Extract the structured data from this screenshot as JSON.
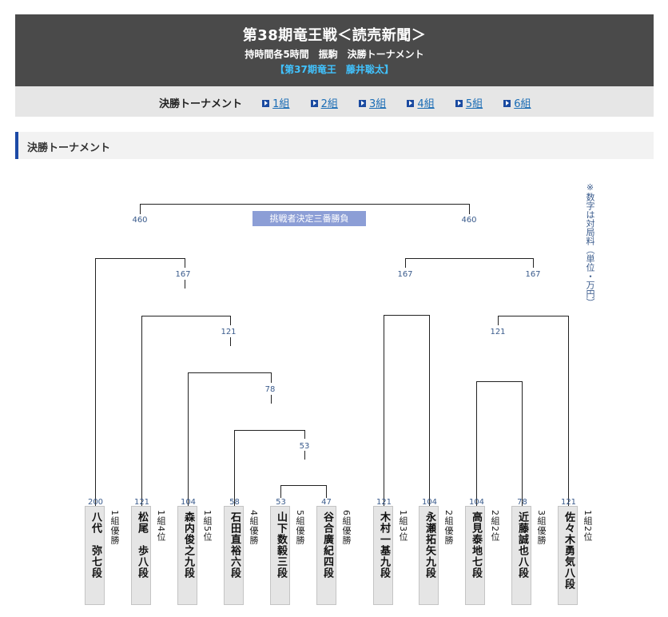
{
  "header": {
    "title": "第38期竜王戦＜読売新聞＞",
    "subtitle": "持時間各5時間　振駒　決勝トーナメント",
    "champion": "【第37期竜王　藤井聡太】"
  },
  "nav": {
    "label": "決勝トーナメント",
    "links": [
      "1組",
      "2組",
      "3組",
      "4組",
      "5組",
      "6組"
    ]
  },
  "section": {
    "title": "決勝トーナメント"
  },
  "bracket": {
    "final_label": "挑戦者決定三番勝負",
    "final_fee_left": "460",
    "final_fee_right": "460",
    "note": "※数字は対局料（単位・万円）",
    "fees": {
      "l_semi": "167",
      "l_r4": "121",
      "l_r3": "78",
      "l_r2": "53",
      "r_semi": "167",
      "r_semi2": "167",
      "r_r3": "121"
    }
  },
  "players": [
    {
      "name": "八代　弥七段",
      "qual": "1組優勝",
      "fee": "200"
    },
    {
      "name": "松尾　歩八段",
      "qual": "1組4位",
      "fee": "121"
    },
    {
      "name": "森内俊之九段",
      "qual": "1組5位",
      "fee": "104"
    },
    {
      "name": "石田直裕六段",
      "qual": "4組優勝",
      "fee": "58"
    },
    {
      "name": "山下数毅三段",
      "qual": "5組優勝",
      "fee": "53"
    },
    {
      "name": "谷合廣紀四段",
      "qual": "6組優勝",
      "fee": "47"
    },
    {
      "name": "木村一基九段",
      "qual": "1組3位",
      "fee": "121"
    },
    {
      "name": "永瀬拓矢九段",
      "qual": "2組優勝",
      "fee": "104"
    },
    {
      "name": "高見泰地七段",
      "qual": "2組2位",
      "fee": "104"
    },
    {
      "name": "近藤誠也八段",
      "qual": "3組優勝",
      "fee": "78"
    },
    {
      "name": "佐々木勇気八段",
      "qual": "1組2位",
      "fee": "121"
    }
  ],
  "colors": {
    "header_bg": "#4a4a4a",
    "accent": "#1c4aa6",
    "champion_text": "#41c3ff",
    "link": "#1a6cb5",
    "final_label_bg": "#8c9ed6"
  }
}
